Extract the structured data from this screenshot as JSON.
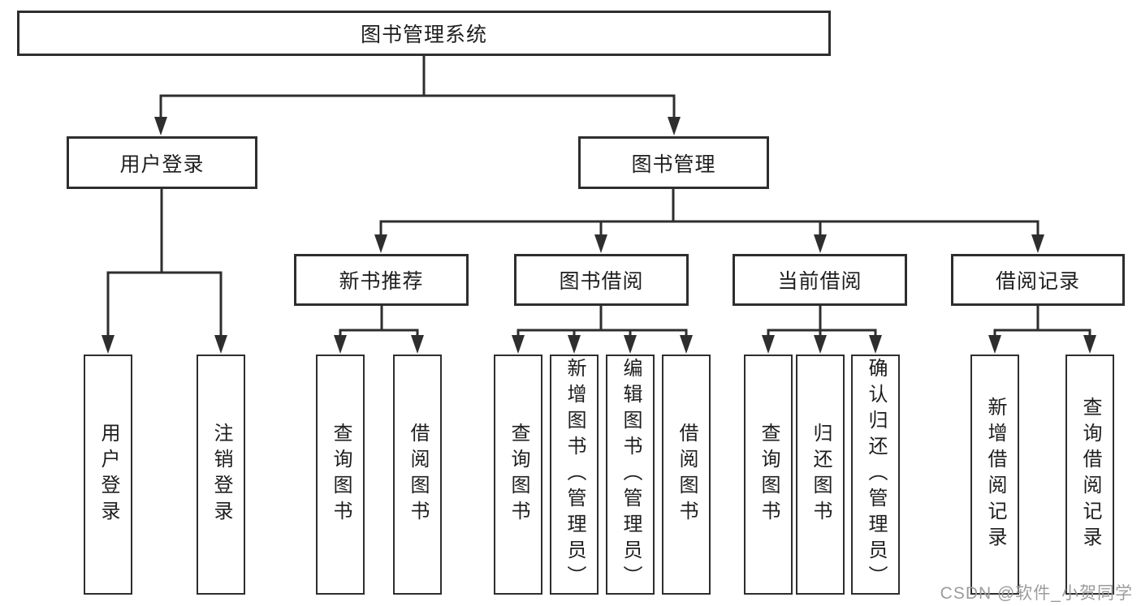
{
  "diagram_title": "图书管理系统",
  "tree": {
    "label": "图书管理系统",
    "children": [
      {
        "label": "用户登录",
        "children": [
          {
            "label": "用户登录"
          },
          {
            "label": "注销登录"
          }
        ]
      },
      {
        "label": "图书管理",
        "children": [
          {
            "label": "新书推荐",
            "children": [
              {
                "label": "查询图书"
              },
              {
                "label": "借阅图书"
              }
            ]
          },
          {
            "label": "图书借阅",
            "children": [
              {
                "label": "查询图书"
              },
              {
                "label": "新增图书（管理员）"
              },
              {
                "label": "编辑图书（管理员）"
              },
              {
                "label": "借阅图书"
              }
            ]
          },
          {
            "label": "当前借阅",
            "children": [
              {
                "label": "查询图书"
              },
              {
                "label": "归还图书"
              },
              {
                "label": "确认归还（管理员）"
              }
            ]
          },
          {
            "label": "借阅记录",
            "children": [
              {
                "label": "新增借阅记录"
              },
              {
                "label": "查询借阅记录"
              }
            ]
          }
        ]
      }
    ]
  },
  "watermark": "CSDN @软件_小贺同学",
  "colors": {
    "line": "#2e2e2e",
    "box_border": "#2e2e2e",
    "box_fill": "#ffffff",
    "text": "#1e1e1e",
    "watermark": "#9c9c9c",
    "background": "#ffffff"
  }
}
